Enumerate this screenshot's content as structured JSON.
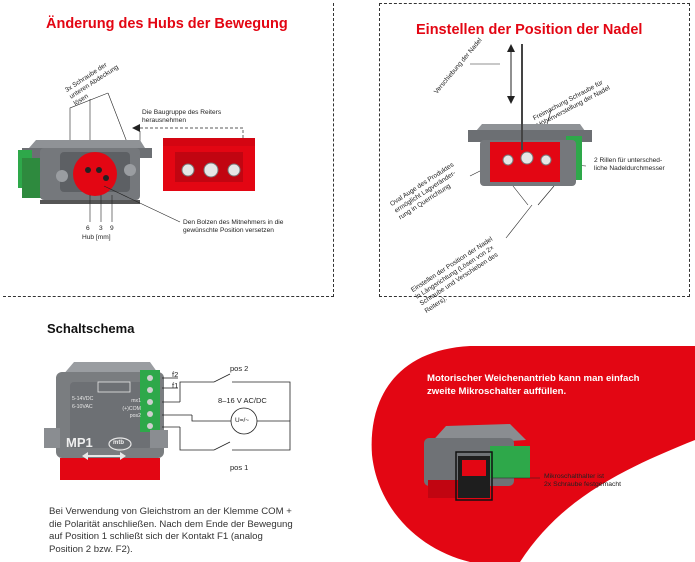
{
  "panel_left": {
    "title": "Änderung des Hubs der Bewegung",
    "label_screw": [
      "3x Schraube der",
      "unteren Abdeckung",
      "lösen"
    ],
    "label_assembly": [
      "Die Baugruppe des Reiters",
      "herausnehmen"
    ],
    "label_bolt": [
      "Den Bolzen des Mitnehmers in die",
      "gewünschte Position versetzen"
    ],
    "stroke_values": [
      "6",
      "3",
      "9"
    ],
    "stroke_label": "Hub [mm]"
  },
  "panel_right": {
    "title": "Einstellen der Position der Nadel",
    "label_needle_shift": "Verschiebung der Nadel",
    "label_free_screw": [
      "Freimachung Schraube für",
      "Höhenverstellung der Nadel"
    ],
    "label_oval_hole": [
      "Oval Auge des Produktes",
      "ermöglicht Lagveränder-",
      "rung in Querrichtung"
    ],
    "label_grooves": [
      "2 Rillen für untersched-",
      "liche Nadeldurchmesser"
    ],
    "label_position": [
      "Einstellen der Position der Nadel",
      "in Längsrichtung (Lösen von 2×",
      "Schraube und Verschieben des",
      "Reiters)."
    ]
  },
  "schaltschema": {
    "title": "Schaltschema",
    "device": {
      "name": "MP1",
      "brand": "mtb",
      "printed": [
        "5-14VDC",
        "6-10VAC",
        "mx1",
        "(+)COM",
        "pos2"
      ]
    },
    "wire_labels": [
      "f2",
      "f1"
    ],
    "pos2": "pos 2",
    "pos1": "pos 1",
    "supply": "8–16 V AC/DC",
    "source": "U=/~",
    "description": [
      "Bei Verwendung von Gleichstrom an der Klemme COM +",
      "die Polarität anschließen. Nach dem Ende der Bewegung",
      "auf Position 1 schließt sich der Kontakt F1 (analog",
      "Position 2 bzw. F2)."
    ]
  },
  "promo": {
    "text": [
      "Motorischer Weichenantrieb kann man einfach",
      "zweite Mikroschalter auffüllen."
    ],
    "label": [
      "Mikroschalthalter ist",
      "2x Schraube festgemacht"
    ]
  },
  "colors": {
    "accent_red": "#e30613",
    "device_gray": "#7a7d80",
    "terminal_green": "#2ea84a"
  }
}
